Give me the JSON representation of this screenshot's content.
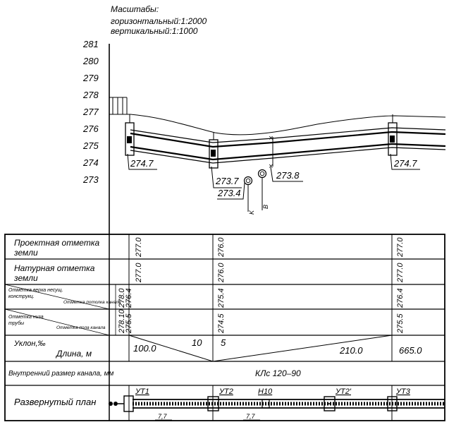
{
  "header": {
    "title": "Масштабы:",
    "horizontal": "горизонтальный:1:2000",
    "vertical": "вертикальный:1:1000"
  },
  "axis": {
    "ticks": [
      "281",
      "280",
      "279",
      "278",
      "277",
      "276",
      "275",
      "274",
      "273"
    ]
  },
  "profile": {
    "marks": {
      "m1": "274.7",
      "m2": "273.7",
      "m3": "273.4",
      "m4": "273.8",
      "m5": "274.7"
    },
    "pipe_labels": {
      "k": "K",
      "v": "B"
    }
  },
  "table": {
    "rows": [
      {
        "label1": "Проектная отметка",
        "label2": "земли"
      },
      {
        "label1": "Натурная отметка",
        "label2": "земли"
      },
      {
        "label1": "Отметка верха несущ.",
        "label2": "конструкц.",
        "sub": "Отметка потолка канала"
      },
      {
        "label1": "Отметка низа",
        "label2": "трубы",
        "sub": "Отметка пола канала"
      },
      {
        "label1": "Уклон,‰",
        "sub": "Длина, м"
      },
      {
        "label1": "Внутренний размер канала, мм"
      },
      {
        "label1": "Развернутый план"
      }
    ],
    "col1": {
      "design_ground": "277.0",
      "natural_ground": "277.0",
      "top_struct": "276.4",
      "ceiling_left": "278.0",
      "pipe_bottom": "275.5",
      "floor_left": "278.10"
    },
    "col2": {
      "design_ground": "276.0",
      "natural_ground": "276.0",
      "top_struct": "275.4",
      "pipe_bottom": "274.5"
    },
    "col3": {
      "design_ground": "277.0",
      "natural_ground": "277.0",
      "top_struct": "276.4",
      "pipe_bottom": "275.5"
    },
    "slopes": {
      "seg1_length": "100.0",
      "seg1_slope": "10",
      "seg2_slope": "5",
      "seg2_length": "210.0",
      "seg3_length": "665.0"
    },
    "channel_size": "КЛс 120–90",
    "plan": {
      "ut1": "УТ1",
      "ut2": "УТ2",
      "n10": "Н10",
      "ut2b": "УТ2'",
      "ut3": "УТ3",
      "dim1": "7,7",
      "dim2": "7,7"
    }
  }
}
